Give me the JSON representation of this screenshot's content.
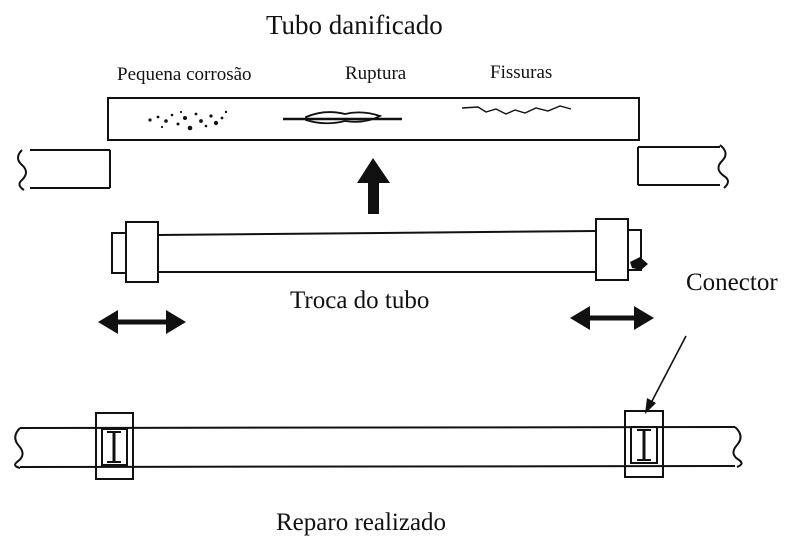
{
  "labels": {
    "title": "Tubo danificado",
    "damage_corrosion": "Pequena corrosão",
    "damage_rupture": "Ruptura",
    "damage_cracks": "Fissuras",
    "replacement": "Troca do tubo",
    "connector": "Conector",
    "repair_done": "Reparo realizado"
  },
  "colors": {
    "ink": "#111111",
    "background": "#ffffff"
  }
}
